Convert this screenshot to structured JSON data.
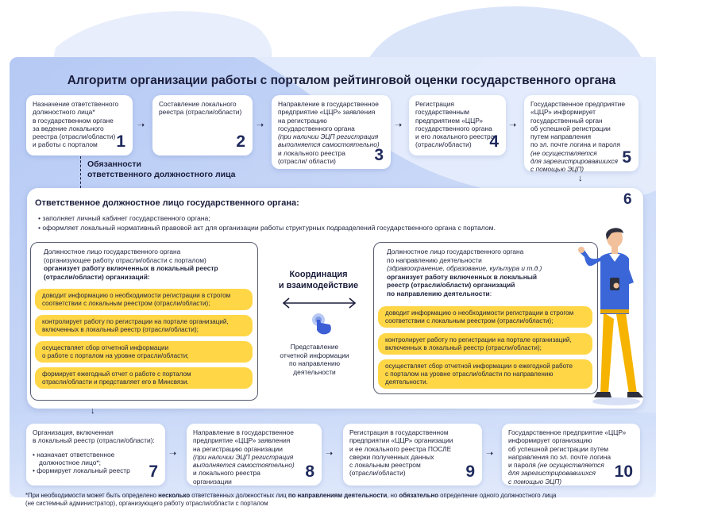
{
  "title": "Алгоритм организации работы с порталом рейтинговой оценки государственного органа",
  "steps_top": [
    {
      "num": "1",
      "lines": [
        "Назначение ответственного",
        "должностного лица*",
        "в государственном органе",
        "за ведение локального",
        "реестра (отрасли/области)",
        "и работы с порталом"
      ]
    },
    {
      "num": "2",
      "lines": [
        "Составление локального",
        "реестра (отрасли/области)"
      ]
    },
    {
      "num": "3",
      "lines": [
        "Направление в государственное",
        "предприятие «ЦЦР» заявления",
        "на регистрацию",
        "государственного органа"
      ],
      "italic": [
        "(при наличии ЭЦП регистрация",
        "выполняется самостоятельно)"
      ],
      "after": [
        "и локального реестра",
        "(отрасли/ области)"
      ]
    },
    {
      "num": "4",
      "lines": [
        "Регистрация",
        "государственным",
        "предприятием «ЦЦР»",
        "государственного органа",
        "и его локального реестра",
        "(отрасли/области)"
      ]
    },
    {
      "num": "5",
      "lines": [
        "Государственное предприятие",
        "«ЦЦР» информирует",
        "государственный орган",
        "об успешной регистрации",
        "путем направления",
        "по эл. почте логина и пароля"
      ],
      "italic": [
        "(не осуществляется",
        "для зарегистрировавшихся",
        "с помощью ЭЦП)"
      ]
    }
  ],
  "responsibilities_label": [
    "Обязанности",
    "ответственного должностного лица"
  ],
  "block6": {
    "num": "6",
    "title": "Ответственное должностное лицо государственного органа:",
    "bullets": [
      "•  заполняет личный кабинет государственного органа;",
      "•  оформляет локальный нормативный правовой акт для организации работы структурных подразделений государственного органа с порталом."
    ],
    "left_panel": {
      "head": [
        "Должностное лицо государственного органа",
        "(организующее работу отрасли/области с порталом)"
      ],
      "head_bold": [
        "организует работу включенных в локальный реестр",
        "(отрасли/области) организаций:"
      ],
      "pills": [
        [
          "доводит информацию о необходимости регистрации в строгом",
          "соответствии с локальным реестром (отрасли/области);"
        ],
        [
          "контролирует работу по регистрации на портале организаций,",
          "включенных в локальный реестр (отрасли/области);"
        ],
        [
          "осуществляет сбор отчетной информации",
          "о работе с порталом на уровне отрасли/области;"
        ],
        [
          "формирует ежегодный отчет о работе с порталом",
          "отрасли/области и представляет его в Минсвязи."
        ]
      ]
    },
    "center": {
      "title": [
        "Координация",
        "и взаимодействие"
      ],
      "sub": [
        "Представление",
        "отчетной информации",
        "по направлению",
        "деятельности"
      ]
    },
    "right_panel": {
      "head": [
        "Должностное лицо государственного органа",
        "по направлению деятельности"
      ],
      "head_italic": "(здравоохранение, образование, культура и т.д.)",
      "head_bold": [
        "организует работу включенных в локальный",
        "реестр (отрасли/области) организаций",
        "по направлению деятельности"
      ],
      "head_tail": ":",
      "pills": [
        [
          "доводит информацию о необходимости регистрации в строгом",
          "соответствии с локальным реестром (отрасли/области);"
        ],
        [
          "контролирует работу по регистрации на портале организаций,",
          "включенных в локальный реестр (отрасли/области);"
        ],
        [
          "осуществляет сбор отчетной информации о ежегодной работе",
          "с порталом на уровне отрасли/области по направлению",
          "деятельности."
        ]
      ]
    }
  },
  "steps_bottom": [
    {
      "num": "7",
      "lines": [
        "Организация, включенная",
        "в локальный реестр (отрасли/области):"
      ],
      "bullets": [
        "•  назначает ответственное",
        "   должностное лицо*;",
        "•  формирует локальный реестр"
      ]
    },
    {
      "num": "8",
      "lines": [
        "Направление в государственное",
        "предприятие «ЦЦР» заявления",
        "на регистрацию организации"
      ],
      "italic": [
        "(при наличии ЭЦП регистрация",
        "выполняется самостоятельно)"
      ],
      "after": [
        "и локального реестра",
        "организации"
      ]
    },
    {
      "num": "9",
      "lines": [
        "Регистрация в государственном",
        "предприятии «ЦЦР» организации",
        "и ее локального реестра ПОСЛЕ",
        "сверки полученных данных",
        "с локальным реестром",
        "(отрасли/области)"
      ]
    },
    {
      "num": "10",
      "lines": [
        "Государственное предприятие «ЦЦР»",
        "информирует организацию",
        "об успешной регистрации путем",
        "направления по эл. почте логина",
        "и пароля"
      ],
      "italic_inline": "(не осуществляется",
      "italic": [
        "для зарегистрировавшихся",
        "с помощью ЭЦП)"
      ]
    }
  ],
  "footnote": {
    "p1": "*При необходимости может быть определено ",
    "b1": "несколько",
    "p2": " ответственных должностных лиц ",
    "b2": "по направлениям деятельности",
    "p3": ", но ",
    "b3": "обязательно",
    "p4": " определение одного должностного лица",
    "p5": "(не системный администратор), организующего работу отрасли/области с порталом"
  },
  "colors": {
    "accent_yellow": "#ffd646",
    "bg_blue": "#b9cdf5",
    "dark_text": "#1b1e3c"
  },
  "icons": [
    "arrow-right-icon",
    "arrow-down-icon",
    "double-arrow-icon",
    "touch-hand-icon",
    "person-illustration"
  ]
}
